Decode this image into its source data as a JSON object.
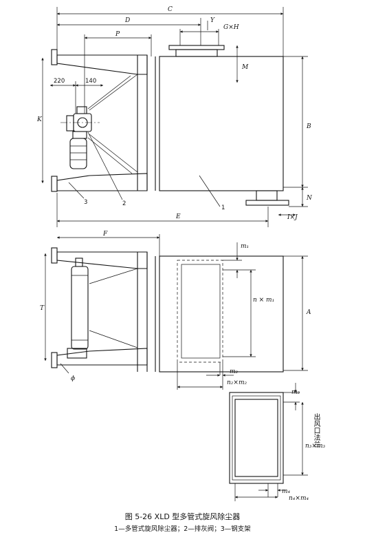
{
  "figure": {
    "caption": "图 5-26   XLD 型多管式旋风除尘器",
    "legend": "1—多管式旋风除尘器；2—排灰阀；3—钢支架",
    "outlet_flange_label": "出风口法兰"
  },
  "dimensions": {
    "C": "C",
    "D": "D",
    "P": "P",
    "GxH": "G×H",
    "Y": "Y",
    "M": "M",
    "d220": "220",
    "d140": "140",
    "K": "K",
    "B": "B",
    "N": "N",
    "E": "E",
    "IxJ": "I×J",
    "F": "F",
    "T": "T",
    "A": "A",
    "phi": "ϕ",
    "m1": "m₁",
    "n_m1": "n × m₁",
    "m2": "m₂",
    "n2_m2": "n₂×m₂",
    "m3": "m₃",
    "n3_m3": "n₃×m₃",
    "m4": "m₄",
    "n4_m4": "n₄×m₄"
  },
  "parts": {
    "p1": "1",
    "p2": "2",
    "p3": "3"
  }
}
